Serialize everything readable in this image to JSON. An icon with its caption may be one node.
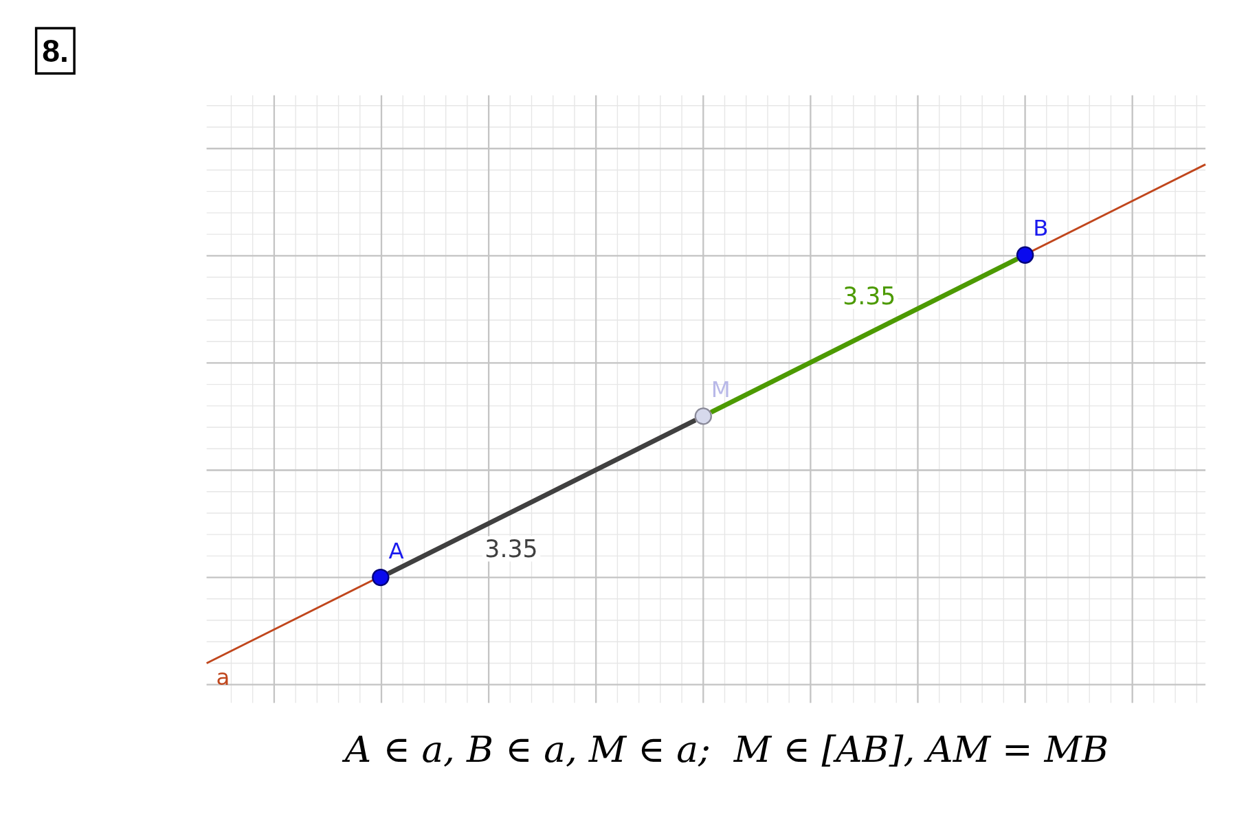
{
  "diagram": {
    "title": "8.",
    "caption": "A ∈ a, B ∈ a, M ∈ a;  M ∈ [AB], AM = MB",
    "nodes": [
      {
        "text": [
          "A"
        ]
      },
      {
        "text": [
          "M"
        ]
      },
      {
        "text": [
          "B"
        ]
      }
    ],
    "edges": [
      {
        "from": 0,
        "to": 1,
        "arrow": "none",
        "label": "3.35",
        "color": "#404040"
      },
      {
        "from": 1,
        "to": 2,
        "arrow": "none",
        "label": "3.35",
        "color": "#4c9a00"
      }
    ],
    "labels": [
      "a"
    ]
  }
}
